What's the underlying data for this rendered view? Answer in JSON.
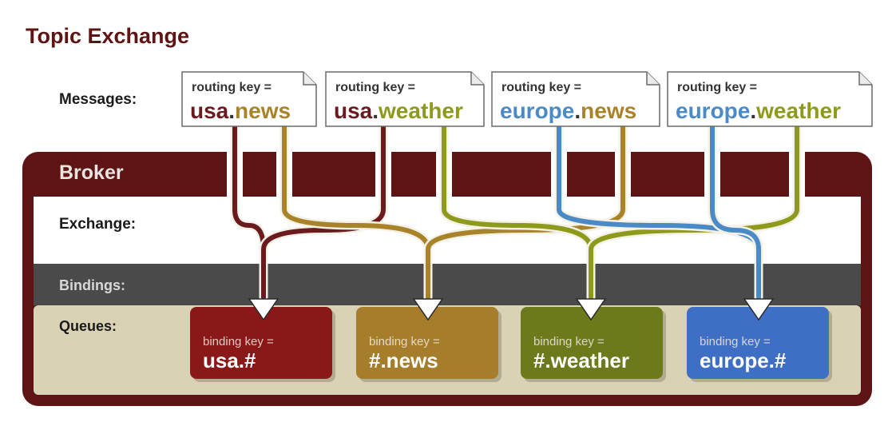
{
  "title": "Topic Exchange",
  "labels": {
    "messages": "Messages:",
    "broker": "Broker",
    "exchange": "Exchange:",
    "bindings": "Bindings:",
    "queues": "Queues:"
  },
  "messages": [
    {
      "caption": "routing key =",
      "part1": "usa",
      "dot": ".",
      "part2": "news"
    },
    {
      "caption": "routing key =",
      "part1": "usa",
      "dot": ".",
      "part2": "weather"
    },
    {
      "caption": "routing key =",
      "part1": "europe",
      "dot": ".",
      "part2": "news"
    },
    {
      "caption": "routing key =",
      "part1": "europe",
      "dot": ".",
      "part2": "weather"
    }
  ],
  "queues": [
    {
      "caption": "binding key =",
      "key": "usa.#"
    },
    {
      "caption": "binding key =",
      "key": "#.news"
    },
    {
      "caption": "binding key =",
      "key": "#.weather"
    },
    {
      "caption": "binding key =",
      "key": "europe.#"
    }
  ],
  "colors": {
    "usa": "#6b1a1d",
    "news": "#a8832a",
    "weather": "#8e9a1c",
    "europe": "#4a8bc7",
    "broker": "#5e1414",
    "bindings_band": "#4a4a4a",
    "queues_band": "#d9d2b4",
    "queue_usa": "#8b1818",
    "queue_news": "#a67e2b",
    "queue_weather": "#6c7a1c",
    "queue_europe": "#3f6fc4"
  }
}
